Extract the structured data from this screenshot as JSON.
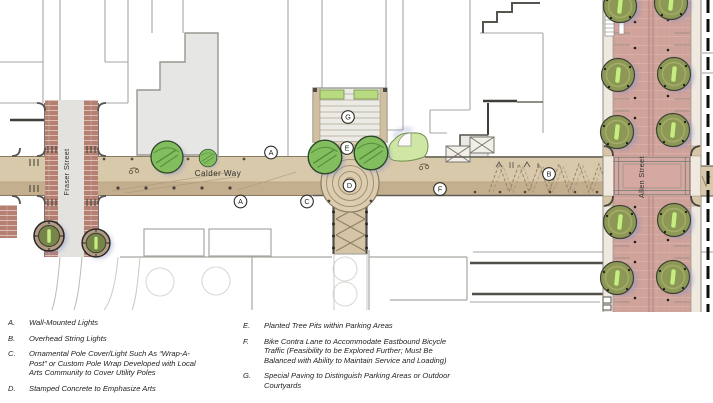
{
  "map": {
    "street_labels": {
      "calder_way": "Calder Way",
      "fraser_street": "Fraser Street",
      "allen_street": "Allen Street"
    },
    "markers": [
      {
        "letter": "A"
      },
      {
        "letter": "A"
      },
      {
        "letter": "B"
      },
      {
        "letter": "C"
      },
      {
        "letter": "D"
      },
      {
        "letter": "E"
      },
      {
        "letter": "F"
      },
      {
        "letter": "G"
      }
    ]
  },
  "legend": {
    "left": [
      {
        "letter": "A.",
        "text": "Wall-Mounted Lights"
      },
      {
        "letter": "B.",
        "text": "Overhead String Lights"
      },
      {
        "letter": "C.",
        "text": "Ornamental Pole Cover/Light Such As “Wrap-A-Post” or Custom Pole Wrap Developed with Local Arts Community to Cover Utility Poles"
      },
      {
        "letter": "D.",
        "text": "Stamped Concrete to Emphasize Arts"
      }
    ],
    "right": [
      {
        "letter": "E.",
        "text": "Planted Tree Pits within Parking Areas"
      },
      {
        "letter": "F.",
        "text": "Bike Contra Lane to Accommodate Eastbound Bicycle Traffic (Feasibility to be Explored Further; Must Be Balanced with Ability to Maintain Service and Loading)"
      },
      {
        "letter": "G.",
        "text": "Special Paving to Distinguish Parking Areas or Outdoor Courtyards"
      }
    ]
  },
  "colors": {
    "road_tan": "#d9c9ab",
    "curb_tan": "#c3ae8e",
    "brick_red": "#b57f72",
    "allen_pink": "#cfa29a",
    "tree_olive": "#8d9857",
    "tree_green": "#82bd5e",
    "tree_highlight": "#c7ec82",
    "shadow_blue": "#8593c2",
    "courtyard_green": "#b8da80",
    "building_gray": "#e6e6e4"
  }
}
